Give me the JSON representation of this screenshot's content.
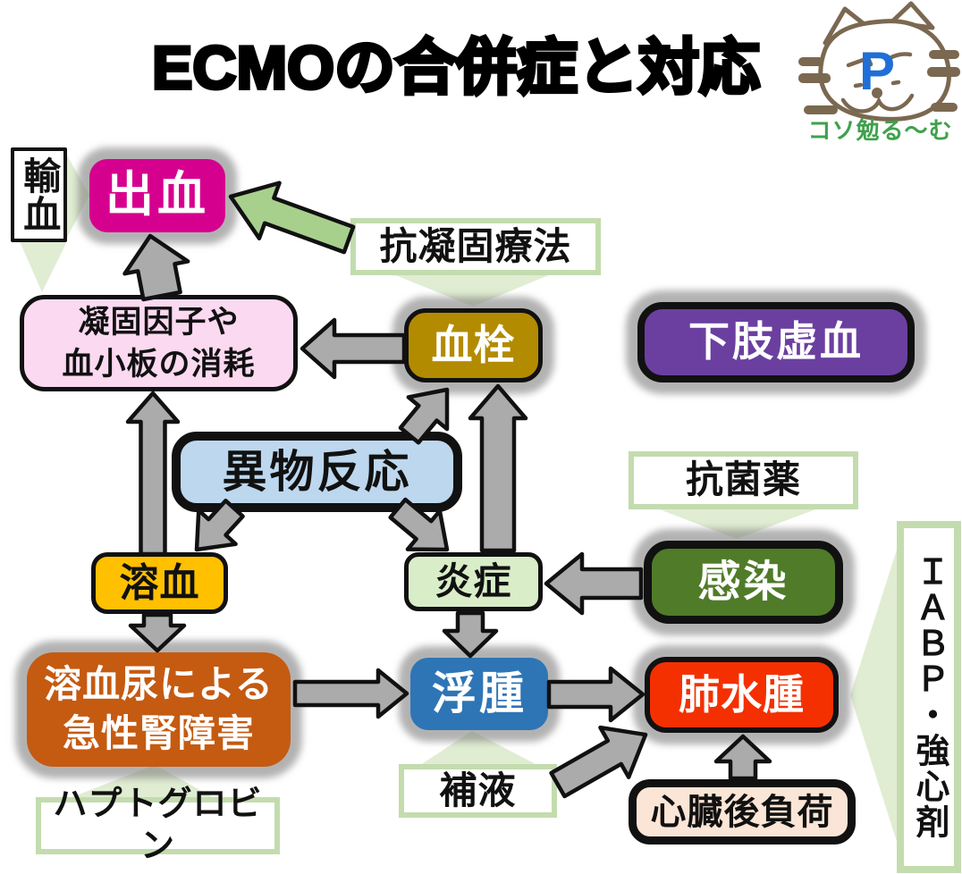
{
  "title": "ECMOの合併症と対応",
  "logo": {
    "letter": "P",
    "caption": "コソ勉る〜む",
    "icon": "cat-face-doodle"
  },
  "nodes": {
    "transfusion": "輸血",
    "bleeding": "出血",
    "anticoagulation_therapy": "抗凝固療法",
    "thrombus": "血栓",
    "limb_ischemia": "下肢虚血",
    "coag_factor_consumption": "凝固因子や\n血小板の消耗",
    "foreign_body_reaction": "異物反応",
    "hemolysis": "溶血",
    "inflammation": "炎症",
    "antibiotics": "抗菌薬",
    "infection": "感染",
    "hemolytic_aki": "溶血尿による\n急性腎障害",
    "edema": "浮腫",
    "pulmonary_edema": "肺水腫",
    "fluid_replacement": "補液",
    "haptoglobin": "ハプトグロビン",
    "cardiac_afterload": "心臓後負荷",
    "iabp_inotropes": "ＩＡＢＰ・強心剤"
  },
  "edges": [
    {
      "from": "anticoagulation_therapy",
      "to": "bleeding",
      "type": "block-arrow-green"
    },
    {
      "from": "coag_factor_consumption",
      "to": "bleeding",
      "type": "arrow"
    },
    {
      "from": "thrombus",
      "to": "coag_factor_consumption",
      "type": "arrow"
    },
    {
      "from": "hemolysis",
      "to": "coag_factor_consumption",
      "type": "arrow"
    },
    {
      "from": "inflammation",
      "to": "thrombus",
      "type": "arrow"
    },
    {
      "from": "foreign_body_reaction",
      "to": "thrombus",
      "type": "arrow"
    },
    {
      "from": "foreign_body_reaction",
      "to": "hemolysis",
      "type": "arrow"
    },
    {
      "from": "foreign_body_reaction",
      "to": "inflammation",
      "type": "arrow"
    },
    {
      "from": "infection",
      "to": "inflammation",
      "type": "arrow"
    },
    {
      "from": "inflammation",
      "to": "edema",
      "type": "arrow"
    },
    {
      "from": "hemolysis",
      "to": "hemolytic_aki",
      "type": "arrow"
    },
    {
      "from": "hemolytic_aki",
      "to": "edema",
      "type": "arrow"
    },
    {
      "from": "edema",
      "to": "pulmonary_edema",
      "type": "arrow"
    },
    {
      "from": "fluid_replacement",
      "to": "pulmonary_edema",
      "type": "arrow"
    },
    {
      "from": "cardiac_afterload",
      "to": "pulmonary_edema",
      "type": "arrow"
    },
    {
      "from": "transfusion",
      "to": "bleeding",
      "type": "callout-pointer"
    },
    {
      "from": "transfusion",
      "to": "coag_factor_consumption",
      "type": "callout-pointer"
    },
    {
      "from": "anticoagulation_therapy",
      "to": "thrombus",
      "type": "callout-pointer"
    },
    {
      "from": "antibiotics",
      "to": "infection",
      "type": "callout-pointer"
    },
    {
      "from": "haptoglobin",
      "to": "hemolytic_aki",
      "type": "callout-pointer"
    },
    {
      "from": "fluid_replacement",
      "to": "edema",
      "type": "callout-pointer"
    },
    {
      "from": "iabp_inotropes",
      "to": "pulmonary_edema",
      "type": "callout-pointer"
    }
  ],
  "colors": {
    "bleeding": "#D6008F",
    "thrombus": "#B38B00",
    "limb_ischemia": "#6B3FA0",
    "coag_consumption": "#FBD9F1",
    "foreign_body": "#BDD7EE",
    "hemolysis": "#FFC000",
    "inflammation": "#D8EDC8",
    "infection": "#507B29",
    "aki": "#C55A11",
    "edema": "#2E75B6",
    "pulmonary_edema": "#F43000",
    "afterload": "#FBE5D6",
    "callout_border": "#C3DCAE",
    "pointer_fill": "#E0EDD2",
    "arrow_gray": "#ABABAB",
    "arrow_green": "#A8D08D",
    "logo_p": "#1F6FD6",
    "logo_caption": "#3FA14C"
  }
}
